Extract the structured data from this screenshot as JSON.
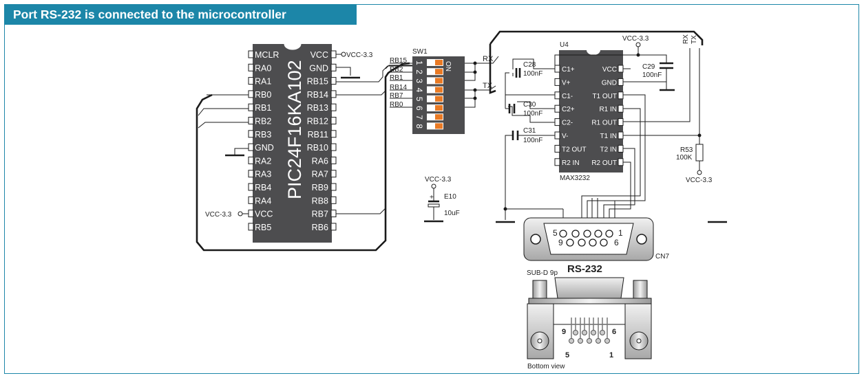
{
  "header": {
    "title": "Port RS-232 is connected to the microcontroller"
  },
  "colors": {
    "accent": "#1c86a8",
    "chip": "#4d4d4f",
    "switch": "#ea7a24",
    "wire": "#1a1a1a"
  },
  "mcu": {
    "name": "PIC24F16KA102",
    "left_pins": [
      "MCLR",
      "RA0",
      "RA1",
      "RB0",
      "RB1",
      "RB2",
      "RB3",
      "GND",
      "RA2",
      "RA3",
      "RB4",
      "RA4",
      "VCC",
      "RB5"
    ],
    "right_pins": [
      "VCC",
      "GND",
      "RB15",
      "RB14",
      "RB13",
      "RB12",
      "RB11",
      "RB10",
      "RA6",
      "RA7",
      "RB9",
      "RB8",
      "RB7",
      "RB6"
    ],
    "vcc_right_label": "VCC-3.3",
    "vcc_left_label": "VCC-3.3"
  },
  "switch": {
    "name": "SW1",
    "on_label": "ON",
    "numbers": [
      "1",
      "2",
      "3",
      "4",
      "5",
      "6",
      "7",
      "8"
    ],
    "signals": [
      "RB15",
      "RB2",
      "RB1",
      "RB14",
      "RB7",
      "RB0"
    ],
    "rx_label": "RX",
    "tx_label": "TX"
  },
  "cap_e10": {
    "vcc": "VCC-3.3",
    "name": "E10",
    "value": "10uF",
    "plus": "+"
  },
  "max": {
    "designator": "U4",
    "part": "MAX3232",
    "left_pins": [
      "C1+",
      "V+",
      "C1-",
      "C2+",
      "C2-",
      "V-",
      "T2 OUT",
      "R2 IN"
    ],
    "right_pins": [
      "VCC",
      "GND",
      "T1 OUT",
      "R1 IN",
      "R1 OUT",
      "T1 IN",
      "T2 IN",
      "R2 OUT"
    ],
    "vcc_label": "VCC-3.3"
  },
  "caps": [
    {
      "name": "C28",
      "value": "100nF"
    },
    {
      "name": "C29",
      "value": "100nF"
    },
    {
      "name": "C30",
      "value": "100nF"
    },
    {
      "name": "C31",
      "value": "100nF"
    }
  ],
  "resistor": {
    "name": "R53",
    "value": "100K",
    "vcc": "VCC-3.3"
  },
  "rx_tx_vertical": {
    "rx": "RX",
    "tx": "TX"
  },
  "connector": {
    "name": "CN7",
    "top_numbers": {
      "left": "5",
      "right": "1"
    },
    "bottom_numbers": {
      "left": "9",
      "right": "6"
    }
  },
  "dsub": {
    "type_label": "SUB-D 9p",
    "title": "RS-232",
    "pin_top_left": "9",
    "pin_top_right": "6",
    "pin_bottom_left": "5",
    "pin_bottom_right": "1",
    "view_label": "Bottom view"
  }
}
